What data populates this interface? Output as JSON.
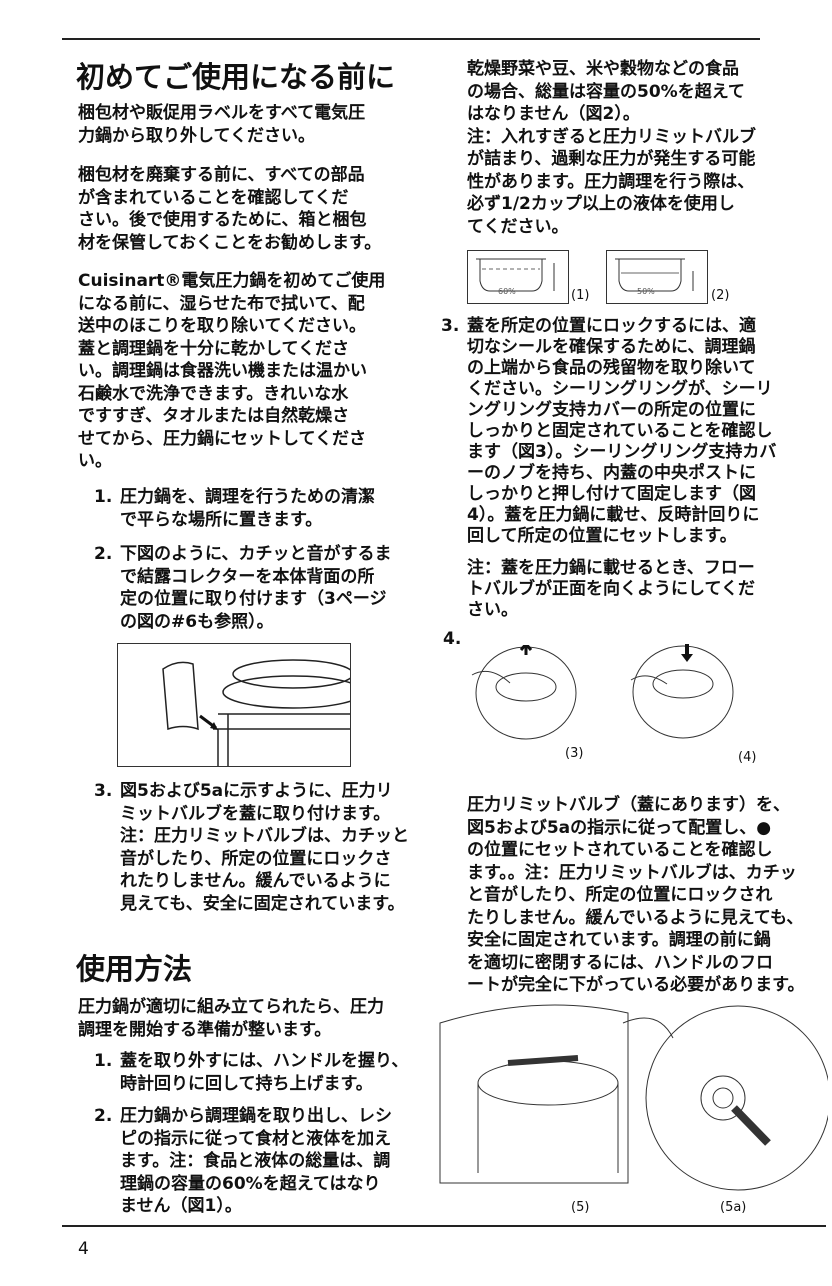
{
  "left": {
    "title": "初めてご使用になる前に",
    "p1": [
      "梱包材や販促用ラベルをすべて電気圧",
      "力鍋から取り外してください。"
    ],
    "p2": [
      "梱包材を廃棄する前に、すべての部品",
      "が含まれていることを確認してくだ",
      "さい。後で使用するために、箱と梱包",
      "材を保管しておくことをお勧めします。"
    ],
    "p3": [
      "Cuisinart®電気圧力鍋を初めてご使用",
      "になる前に、湿らせた布で拭いて、配",
      "送中のほこりを取り除いてください。",
      "蓋と調理鍋を十分に乾かしてくださ",
      "い。調理鍋は食器洗い機または温かい",
      "石鹸水で洗浄できます。きれいな水",
      "ですすぎ、タオルまたは自然乾燥さ",
      "せてから、圧力鍋にセットしてくださ",
      "い。"
    ],
    "steps": [
      {
        "num": "1.",
        "lines": [
          "圧力鍋を、調理を行うための清潔",
          "で平らな場所に置きます。"
        ]
      },
      {
        "num": "2.",
        "lines": [
          "下図のように、カチッと音がするま",
          "で結露コレクターを本体背面の所",
          "定の位置に取り付けます（3ページ",
          "の図の#6も参照）。"
        ]
      },
      {
        "num": "3.",
        "lines": [
          "図5および5aに示すように、圧力リ",
          "ミットバルブを蓋に取り付けます。",
          "注：圧力リミットバルブは、カチッと",
          "音がしたり、所定の位置にロックさ",
          "れたりしません。緩んでいるように",
          "見えても、安全に固定されています。"
        ]
      }
    ],
    "title2": "使用方法",
    "p4": [
      "圧力鍋が適切に組み立てられたら、圧力",
      "調理を開始する準備が整います。"
    ],
    "steps2": [
      {
        "num": "1.",
        "lines": [
          "蓋を取り外すには、ハンドルを握り、",
          "時計回りに回して持ち上げます。"
        ]
      },
      {
        "num": "2.",
        "lines": [
          "圧力鍋から調理鍋を取り出し、レシ",
          "ピの指示に従って食材と液体を加え",
          "ます。注：食品と液体の総量は、調",
          "理鍋の容量の60%を超えてはなり",
          "ません（図1）。"
        ]
      }
    ]
  },
  "right": {
    "p1": [
      "乾燥野菜や豆、米や穀物などの食品",
      "の場合、総量は容量の50%を超えて",
      "はなりません（図2）。",
      "注：入れすぎると圧力リミットバルブ",
      "が詰まり、過剰な圧力が発生する可能",
      "性があります。圧力調理を行う際は、",
      "必ず1/2カップ以上の液体を使用し",
      "てください。"
    ],
    "fig1": {
      "label": "60%",
      "caption": "(1)"
    },
    "fig2": {
      "label": "50%",
      "caption": "(2)"
    },
    "step3": {
      "num": "3.",
      "lines": [
        "蓋を所定の位置にロックするには、適",
        "切なシールを確保するために、調理鍋",
        "の上端から食品の残留物を取り除いて",
        "ください。シーリングリングが、シーリ",
        "ングリング支持カバーの所定の位置に",
        "しっかりと固定されていることを確認し",
        "ます（図3）。シーリングリング支持カバ",
        "ーのノブを持ち、内蓋の中央ポストに",
        "しっかりと押し付けて固定します（図",
        "4）。蓋を圧力鍋に載せ、反時計回りに",
        "回して所定の位置にセットします。"
      ]
    },
    "note": [
      "注：蓋を圧力鍋に載せるとき、フロー",
      "トバルブが正面を向くようにしてくだ",
      "さい。"
    ],
    "step4": "4.",
    "fig3": "(3)",
    "fig4": "(4)",
    "p2": [
      "圧力リミットバルブ（蓋にあります）を、",
      "図5および5aの指示に従って配置し、●",
      "の位置にセットされていることを確認し",
      "ます。。注：圧力リミットバルブは、カチッ",
      "と音がしたり、所定の位置にロックされ",
      "たりしません。緩んでいるように見えても、",
      "安全に固定されています。調理の前に鍋",
      "を適切に密閉するには、ハンドルのフロ",
      "ートが完全に下がっている必要があります。"
    ],
    "fig5": "(5)",
    "fig5a": "(5a)"
  },
  "footer": {
    "page_number": "4"
  }
}
